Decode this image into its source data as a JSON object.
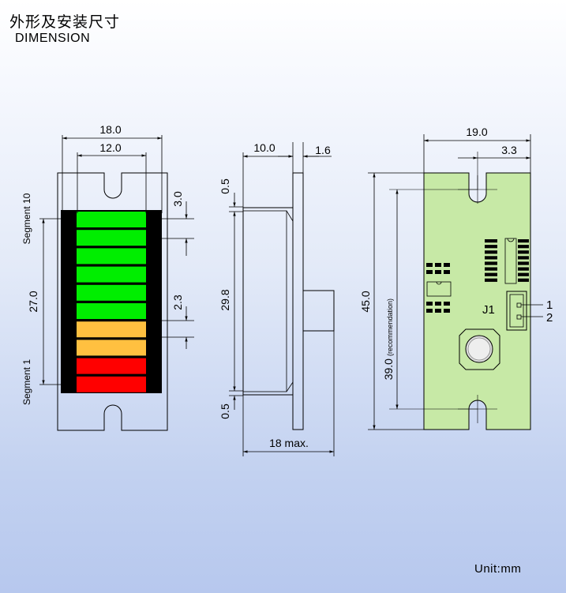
{
  "title": {
    "cn": "外形及安装尺寸",
    "en": "DIMENSION"
  },
  "unit": "Unit:mm",
  "front_view": {
    "dims": {
      "outer_width": "18.0",
      "inner_width": "12.0",
      "height": "27.0",
      "top_offset": "3.0",
      "seg_pitch": "2.3"
    },
    "segment_top_label": "Segment 10",
    "segment_bottom_label": "Segment 1",
    "segment_colors": [
      "#00ee00",
      "#00ee00",
      "#00ee00",
      "#00ee00",
      "#00ee00",
      "#00ee00",
      "#ffc040",
      "#ffc040",
      "#ff0000",
      "#ff0000"
    ]
  },
  "side_view": {
    "dims": {
      "body_depth": "10.0",
      "plate_thickness": "1.6",
      "height": "29.8",
      "top_gap": "0.5",
      "bottom_gap": "0.5",
      "max_depth": "18 max."
    }
  },
  "back_view": {
    "dims": {
      "width": "19.0",
      "connector_offset": "3.3",
      "height": "45.0",
      "mount_pitch": "39.0",
      "mount_note": "(recommendation)"
    },
    "connector_label": "J1",
    "pin1": "1",
    "pin2": "2",
    "pcb_color": "#c7e9a6"
  }
}
